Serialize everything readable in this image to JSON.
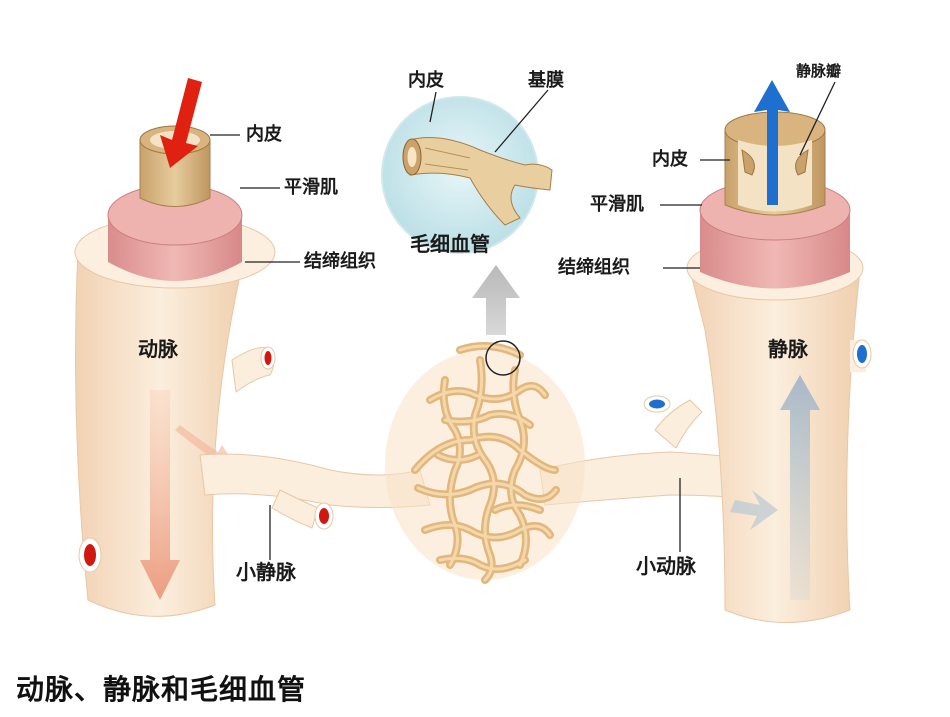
{
  "caption": "动脉、静脉和毛细血管",
  "labels": {
    "artery_endothelium": "内皮",
    "artery_smooth_muscle": "平滑肌",
    "artery_connective": "结缔组织",
    "artery": "动脉",
    "venule": "小静脉",
    "capillary_endothelium": "内皮",
    "capillary_basement_membrane": "基膜",
    "capillary": "毛细血管",
    "vein_valve": "静脉瓣",
    "vein_endothelium": "内皮",
    "vein_smooth_muscle": "平滑肌",
    "vein_connective": "结缔组织",
    "vein": "静脉",
    "arteriole": "小动脉"
  },
  "colors": {
    "vessel_outer": "#f8e4cf",
    "smooth_muscle": "#e6a0a0",
    "endothelium": "#d8b884",
    "capillary": "#eac28e",
    "artery_flow": "#e02010",
    "vein_flow": "#1f6fd0",
    "magnifier_bg": "#cfe9ee"
  }
}
